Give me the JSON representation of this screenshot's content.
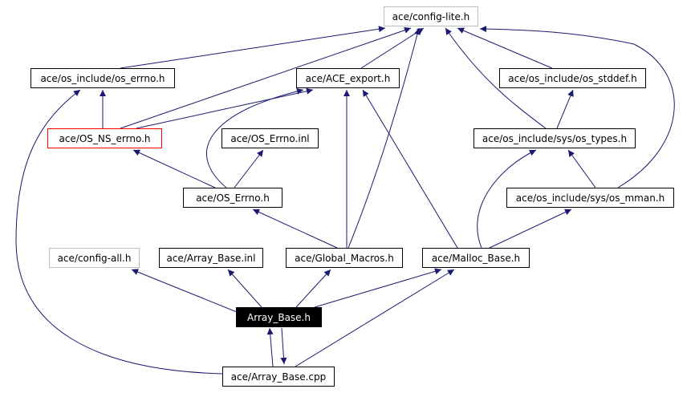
{
  "colors": {
    "edge": "#191970",
    "node_border": "#000000",
    "grey_border": "#bfbfbf",
    "red_border": "#ff0000",
    "current_fill": "#000000"
  },
  "nodes": {
    "config_lite": "ace/config-lite.h",
    "os_errno": "ace/os_include/os_errno.h",
    "ace_export": "ace/ACE_export.h",
    "os_stddef": "ace/os_include/os_stddef.h",
    "os_ns_errno": "ace/OS_NS_errno.h",
    "os_errno_inl": "ace/OS_Errno.inl",
    "os_types": "ace/os_include/sys/os_types.h",
    "os_errno_h": "ace/OS_Errno.h",
    "os_mman": "ace/os_include/sys/os_mman.h",
    "config_all": "ace/config-all.h",
    "array_base_inl": "ace/Array_Base.inl",
    "global_macros": "ace/Global_Macros.h",
    "malloc_base": "ace/Malloc_Base.h",
    "array_base_h": "Array_Base.h",
    "array_base_cpp": "ace/Array_Base.cpp"
  }
}
